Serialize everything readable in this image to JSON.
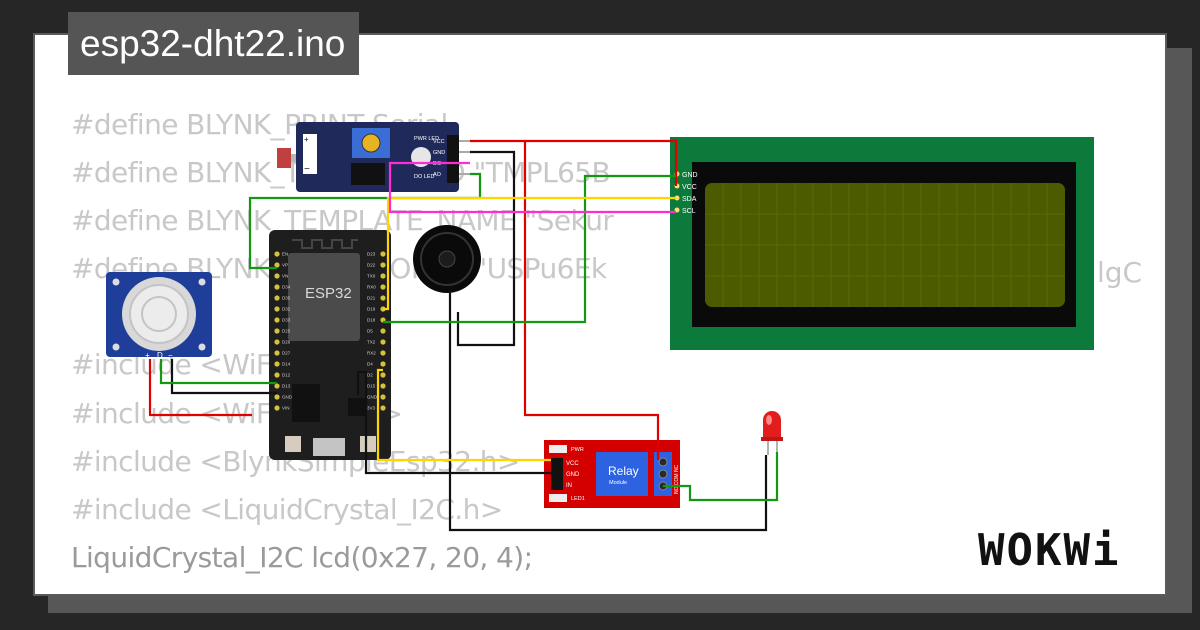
{
  "title": "esp32-dht22.ino",
  "code_lines": [
    "#define BLYNK_PRINT Serial",
    "#define BLYNK_TEMPLATE_ID \"TMPL65B",
    "#define BLYNK_TEMPLATE_NAME \"Sekur",
    "#define BLYNK_AUTH_TOKEN \"USPu6Ek",
    "",
    "#include <WiFi.h>",
    "#include <WiFiClient.h>",
    "#include <BlynkSimpleEsp32.h>",
    "#include <LiquidCrystal_I2C.h>",
    "LiquidCrystal_I2C lcd(0x27, 20, 4);"
  ],
  "code_overflow_fragment": "lgC",
  "brand": "WOKWi",
  "components": {
    "ldr_module": {
      "pins": [
        "VCC",
        "GND",
        "DO",
        "AO"
      ],
      "leds": [
        "PWR LED",
        "DO LED"
      ],
      "power_marks": [
        "+",
        "−"
      ]
    },
    "pir_sensor": {
      "pins": [
        "+",
        "D",
        "−"
      ]
    },
    "esp32": {
      "chip_label": "ESP32",
      "left_pins": [
        "EN",
        "VP",
        "VN",
        "D34",
        "D35",
        "D32",
        "D33",
        "D25",
        "D26",
        "D27",
        "D14",
        "D12",
        "D13",
        "GND",
        "VIN"
      ],
      "right_pins": [
        "D23",
        "D22",
        "TX0",
        "RX0",
        "D21",
        "D19",
        "D18",
        "D5",
        "TX2",
        "RX2",
        "D4",
        "D2",
        "D15",
        "GND",
        "3V3"
      ]
    },
    "lcd": {
      "pins": [
        "GND",
        "VCC",
        "SDA",
        "SCL"
      ],
      "backlight": "#4d5b00"
    },
    "relay": {
      "label": "Relay",
      "sublabel": "Module",
      "pins": [
        "VCC",
        "GND",
        "IN"
      ],
      "leds": [
        "PWR",
        "LED1"
      ],
      "contacts": "NO COM NC"
    },
    "led": {
      "color": "#e11d1d"
    },
    "buzzer": {}
  },
  "colors": {
    "background": "#262626",
    "card": "#ffffff",
    "code_text": "#c8c8c8",
    "wire_red": "#e00000",
    "wire_black": "#111111",
    "wire_green": "#119a11",
    "wire_yellow": "#ffd500",
    "wire_magenta": "#ff2bd6",
    "lcd_pcb": "#0b7a3a",
    "esp32_board": "#1e1e1e",
    "ldr_board": "#1f2a5a",
    "pir_board": "#1f3e9a",
    "relay_board": "#d40000"
  }
}
